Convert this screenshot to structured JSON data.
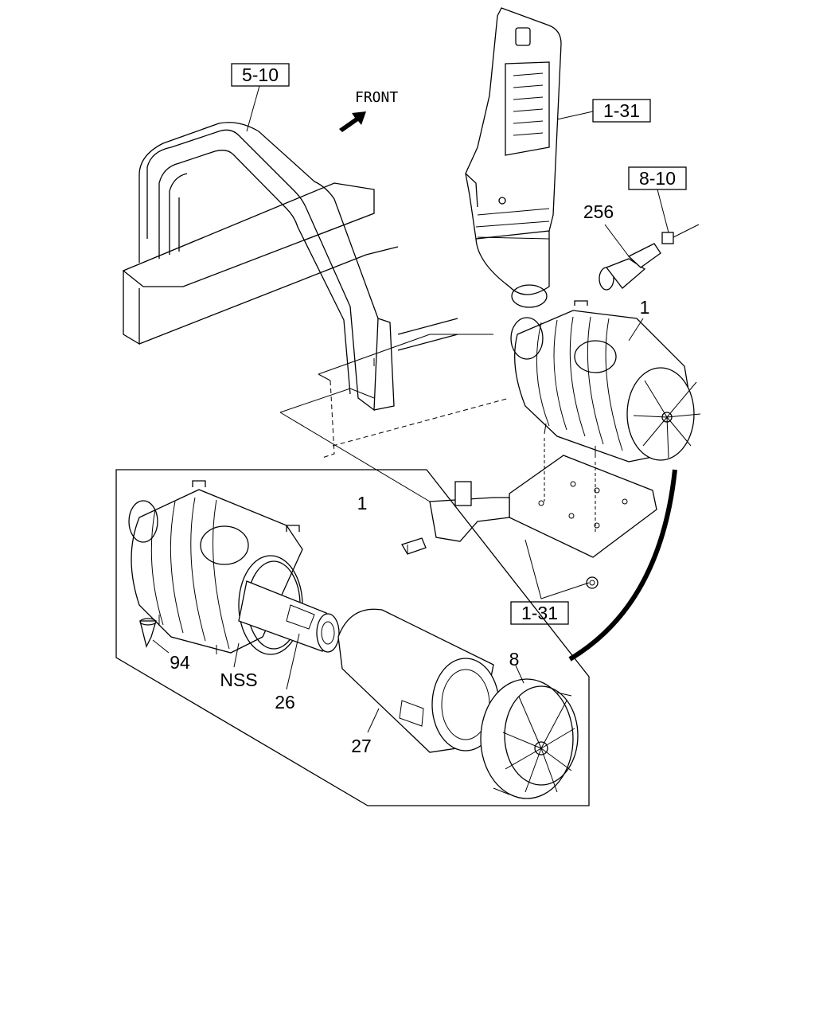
{
  "diagram": {
    "boxed_refs": [
      "5-10",
      "1-31",
      "8-10",
      "1-31"
    ],
    "front_label": "FRONT",
    "callouts": {
      "c256": "256",
      "c1_top": "1",
      "c1_detail": "1",
      "c94": "94",
      "cNSS": "NSS",
      "c26": "26",
      "c27": "27",
      "c8": "8"
    }
  }
}
